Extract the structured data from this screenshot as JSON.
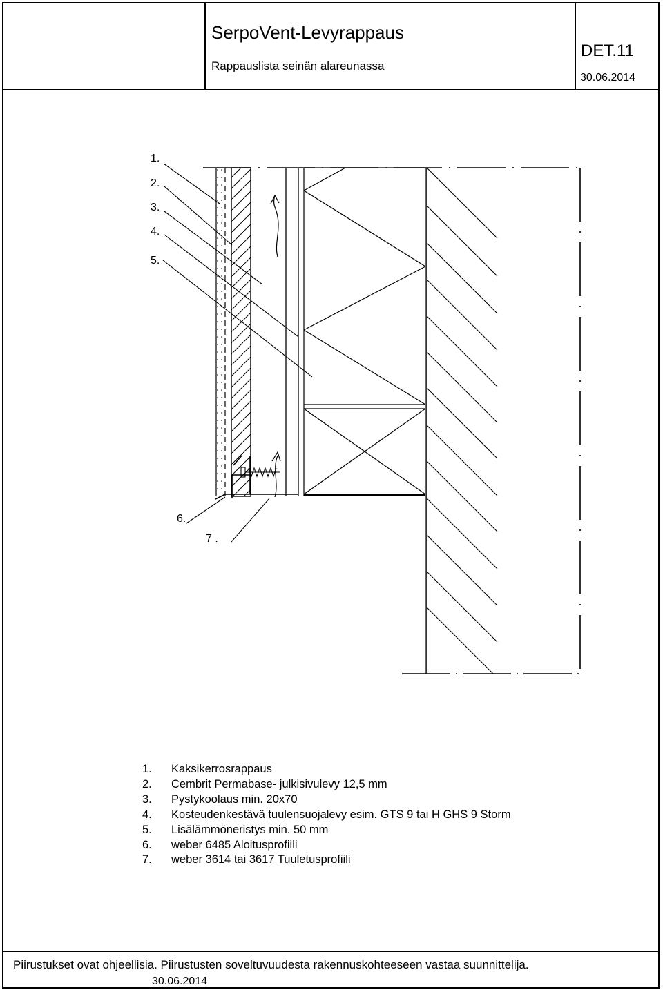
{
  "header": {
    "title": "SerpoVent-Levyrappaus",
    "subtitle": "Rappauslista seinän alareunassa",
    "detail_code": "DET.11",
    "date": "30.06.2014"
  },
  "callouts": [
    "1.",
    "2.",
    "3.",
    "4.",
    "5.",
    "6.",
    "7 ."
  ],
  "legend": [
    {
      "num": "1.",
      "text": "Kaksikerrosrappaus"
    },
    {
      "num": "2.",
      "text": "Cembrit Permabase- julkisivulevy 12,5 mm"
    },
    {
      "num": "3.",
      "text": "Pystykoolaus min. 20x70"
    },
    {
      "num": "4.",
      "text": "Kosteudenkestävä tuulensuojalevy esim. GTS 9 tai H GHS 9 Storm"
    },
    {
      "num": "5.",
      "text": "Lisälämmöneristys min. 50 mm"
    },
    {
      "num": "6.",
      "text": "weber 6485 Aloitusprofiili"
    },
    {
      "num": "7.",
      "text": "weber 3614 tai 3617 Tuuletusprofiili"
    }
  ],
  "footer": {
    "disclaimer": "Piirustukset ovat ohjeellisia. Piirustusten soveltuvuudesta rakennuskohteeseen vastaa suunnittelija.",
    "date": "30.06.2014"
  }
}
